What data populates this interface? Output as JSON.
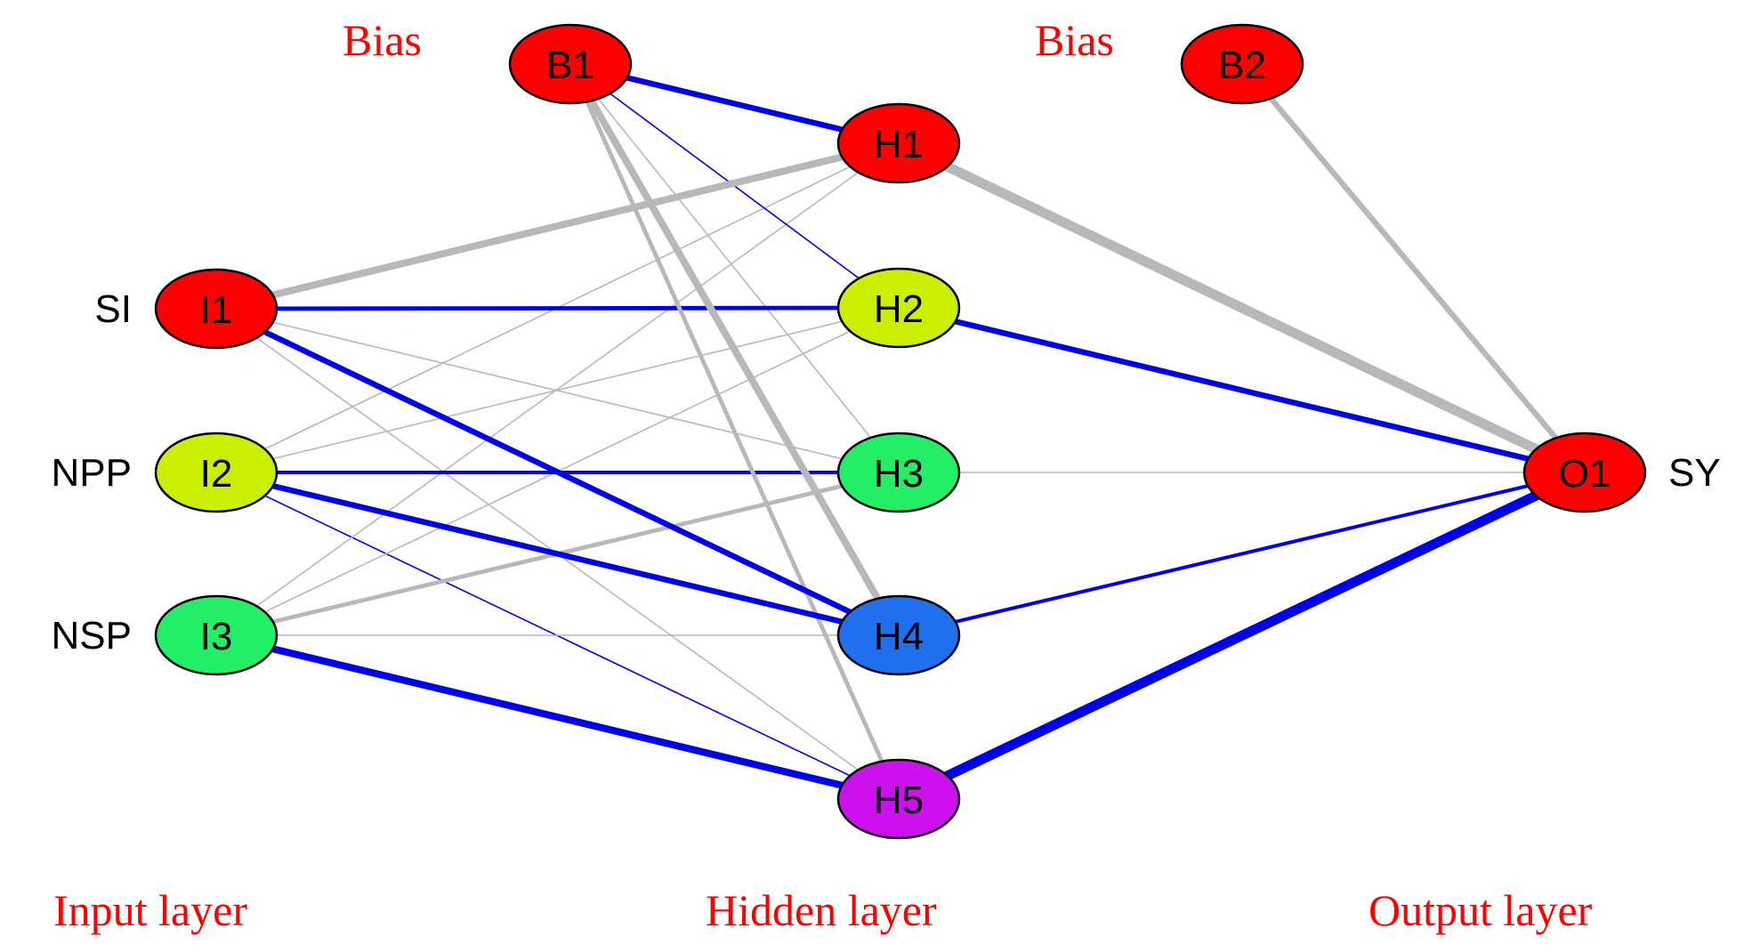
{
  "colors": {
    "positive_edge": "#0000ee",
    "negative_edge": "#b8b8b8",
    "node_outline": "#000000",
    "label_red": "#ff0000"
  },
  "nodes": [
    {
      "id": "I1",
      "label": "I1",
      "layer": "input",
      "fill": "#ff0000",
      "side_label": "SI"
    },
    {
      "id": "I2",
      "label": "I2",
      "layer": "input",
      "fill": "#ccee00",
      "side_label": "NPP"
    },
    {
      "id": "I3",
      "label": "I3",
      "layer": "input",
      "fill": "#22ee66",
      "side_label": "NSP"
    },
    {
      "id": "B1",
      "label": "B1",
      "layer": "bias",
      "fill": "#ff0000"
    },
    {
      "id": "H1",
      "label": "H1",
      "layer": "hidden",
      "fill": "#ff0000"
    },
    {
      "id": "H2",
      "label": "H2",
      "layer": "hidden",
      "fill": "#ccee00"
    },
    {
      "id": "H3",
      "label": "H3",
      "layer": "hidden",
      "fill": "#22ee66"
    },
    {
      "id": "H4",
      "label": "H4",
      "layer": "hidden",
      "fill": "#1f6fee"
    },
    {
      "id": "H5",
      "label": "H5",
      "layer": "hidden",
      "fill": "#cc11ee"
    },
    {
      "id": "B2",
      "label": "B2",
      "layer": "bias",
      "fill": "#ff0000"
    },
    {
      "id": "O1",
      "label": "O1",
      "layer": "output",
      "fill": "#ff0000",
      "side_label": "SY"
    }
  ],
  "edges": [
    {
      "from": "I1",
      "to": "H1",
      "sign": "negative",
      "weight": 5
    },
    {
      "from": "I1",
      "to": "H2",
      "sign": "positive",
      "weight": 3
    },
    {
      "from": "I1",
      "to": "H3",
      "sign": "negative",
      "weight": 1
    },
    {
      "from": "I1",
      "to": "H4",
      "sign": "positive",
      "weight": 4
    },
    {
      "from": "I1",
      "to": "H5",
      "sign": "negative",
      "weight": 1
    },
    {
      "from": "I2",
      "to": "H1",
      "sign": "negative",
      "weight": 1
    },
    {
      "from": "I2",
      "to": "H2",
      "sign": "negative",
      "weight": 1
    },
    {
      "from": "I2",
      "to": "H3",
      "sign": "positive",
      "weight": 2.5
    },
    {
      "from": "I2",
      "to": "H4",
      "sign": "positive",
      "weight": 4
    },
    {
      "from": "I2",
      "to": "H5",
      "sign": "positive",
      "weight": 1
    },
    {
      "from": "I3",
      "to": "H1",
      "sign": "negative",
      "weight": 1
    },
    {
      "from": "I3",
      "to": "H2",
      "sign": "negative",
      "weight": 1
    },
    {
      "from": "I3",
      "to": "H3",
      "sign": "negative",
      "weight": 3
    },
    {
      "from": "I3",
      "to": "H4",
      "sign": "negative",
      "weight": 1
    },
    {
      "from": "I3",
      "to": "H5",
      "sign": "positive",
      "weight": 5
    },
    {
      "from": "B1",
      "to": "H1",
      "sign": "positive",
      "weight": 4
    },
    {
      "from": "B1",
      "to": "H2",
      "sign": "positive",
      "weight": 1
    },
    {
      "from": "B1",
      "to": "H3",
      "sign": "negative",
      "weight": 1
    },
    {
      "from": "B1",
      "to": "H4",
      "sign": "negative",
      "weight": 5
    },
    {
      "from": "B1",
      "to": "H5",
      "sign": "negative",
      "weight": 3
    },
    {
      "from": "H1",
      "to": "O1",
      "sign": "negative",
      "weight": 7
    },
    {
      "from": "H2",
      "to": "O1",
      "sign": "positive",
      "weight": 4
    },
    {
      "from": "H3",
      "to": "O1",
      "sign": "negative",
      "weight": 1
    },
    {
      "from": "H4",
      "to": "O1",
      "sign": "positive",
      "weight": 2.5
    },
    {
      "from": "H5",
      "to": "O1",
      "sign": "positive",
      "weight": 7
    },
    {
      "from": "B2",
      "to": "O1",
      "sign": "negative",
      "weight": 4
    }
  ],
  "bias_labels": [
    "Bias",
    "Bias"
  ],
  "layer_labels": {
    "input": "Input layer",
    "hidden": "Hidden layer",
    "output": "Output layer"
  }
}
